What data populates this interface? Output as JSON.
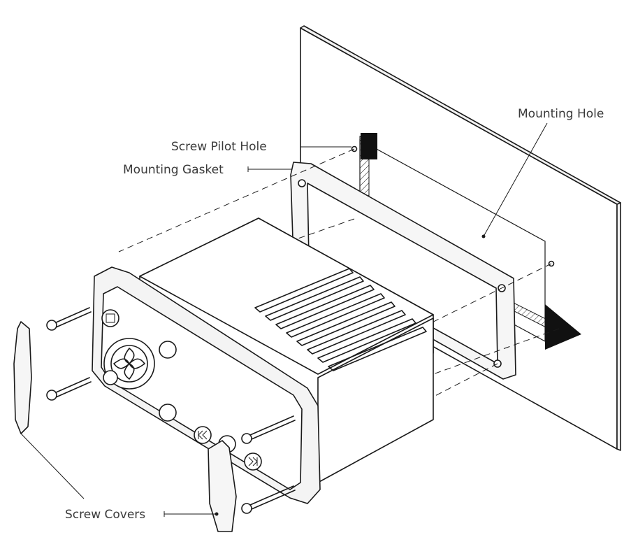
{
  "labels": {
    "mounting_hole": "Mounting Hole",
    "screw_pilot_hole": "Screw Pilot Hole",
    "mounting_gasket": "Mounting Gasket",
    "screw_covers": "Screw Covers"
  }
}
